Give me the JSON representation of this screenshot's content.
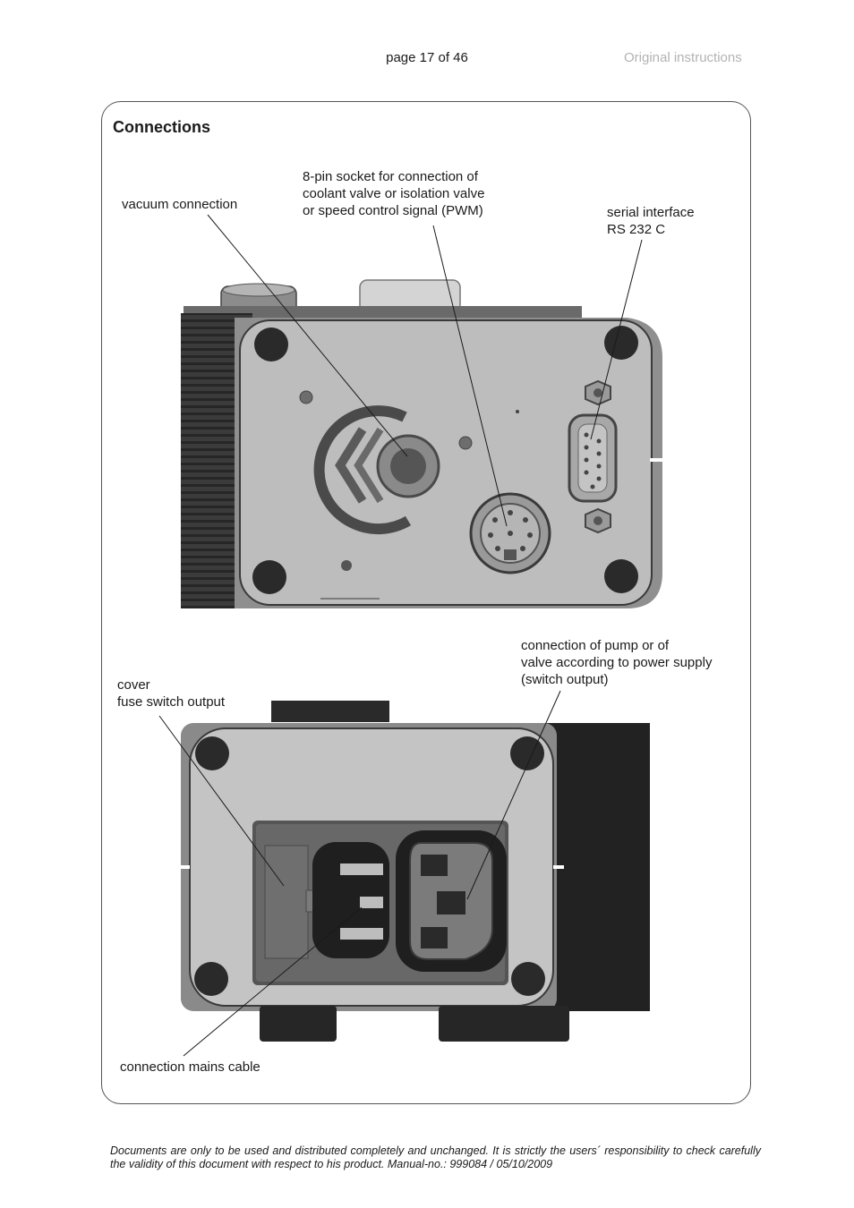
{
  "header": {
    "page_number": "page 17 of 46",
    "document_type": "Original instructions"
  },
  "section": {
    "title": "Connections"
  },
  "top_view_labels": {
    "vacuum": "vacuum connection",
    "socket": "8-pin socket for connection of\ncoolant valve or isolation valve\nor speed control signal (PWM)",
    "serial": "serial interface\nRS 232 C"
  },
  "bottom_view_labels": {
    "cover": "cover\nfuse switch output",
    "pump": "connection of pump or of\nvalve according to power supply\n(switch output)",
    "mains": "connection mains cable"
  },
  "footer": {
    "disclaimer": "Documents are only to be used and distributed completely and unchanged. It is strictly the users´ responsibility to check carefully the validity of this document with respect to his product. Manual-no.: 999084 / 05/10/2009"
  }
}
